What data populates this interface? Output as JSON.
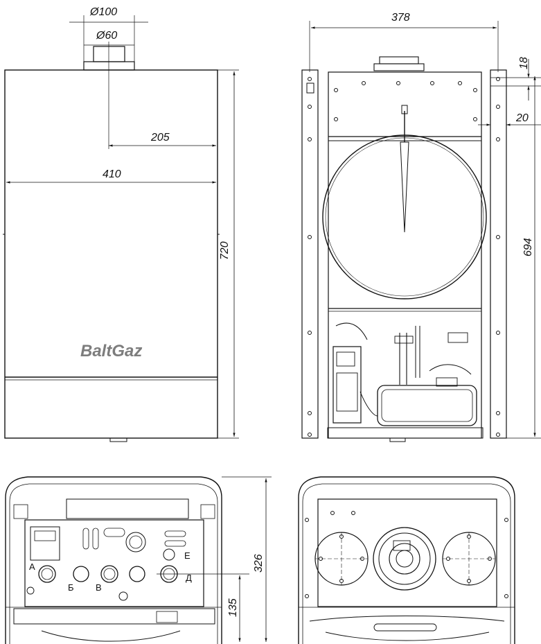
{
  "dimensions": {
    "flue_outer": "Ø100",
    "flue_inner": "Ø60",
    "half_width": "205",
    "full_width": "410",
    "height": "720",
    "frame_width": "378",
    "frame_top": "18",
    "frame_edge": "20",
    "frame_height": "694",
    "bottom_depth": "326",
    "bottom_connections": "135"
  },
  "brand": "BaltGaz",
  "connections": {
    "a": "A",
    "b": "Б",
    "c": "B",
    "d": "Д",
    "e": "E"
  }
}
